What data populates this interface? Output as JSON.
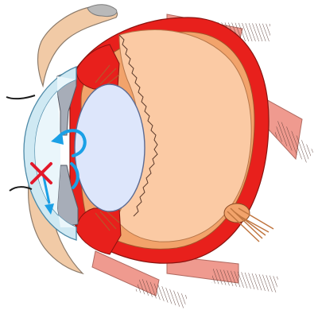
{
  "diagram": {
    "colors": {
      "sclera_red": "#e8201c",
      "choroid_orange": "#f2a36b",
      "vitreous_peach": "#fbcaa4",
      "muscle_pink": "#ef9a8f",
      "cornea_blue": "#cfe9f3",
      "lens_blue": "#dde6fb",
      "iris_grey": "#a7adb8",
      "arrow_blue": "#1aa0e6",
      "block_red": "#e3182b",
      "eyelid_skin": "#f1caa6"
    },
    "structures": [
      "cornea",
      "iris",
      "lens",
      "ciliary-body",
      "sclera",
      "choroid",
      "vitreous-body",
      "optic-nerve",
      "extraocular-muscle",
      "eyelid",
      "eyelash"
    ],
    "symbols": {
      "aqueous_flow": "curved-arrow",
      "outflow_blocked": "x-mark"
    }
  }
}
